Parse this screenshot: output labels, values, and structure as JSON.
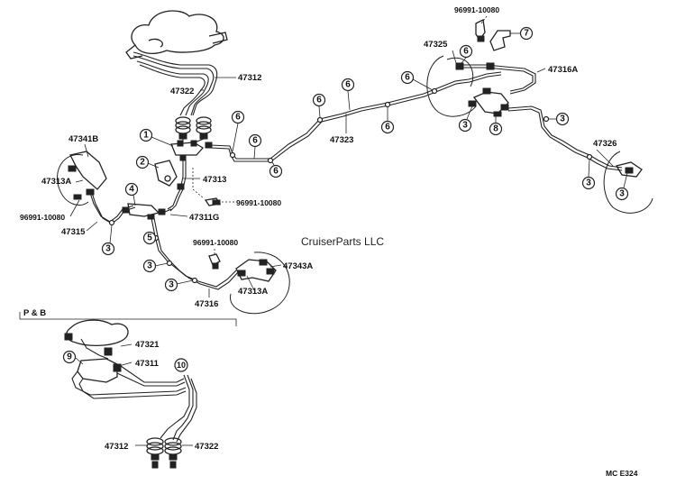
{
  "watermark": "CruiserParts LLC",
  "figure_code": "MC E324",
  "section_label": "P & B",
  "parts": {
    "p47312": "47312",
    "p47322": "47322",
    "p47313": "47313",
    "p47311g": "47311G",
    "p96991_10080": "96991-10080",
    "p47341b": "47341B",
    "p47313a": "47313A",
    "p47315": "47315",
    "p47316": "47316",
    "p47343a": "47343A",
    "p47323": "47323",
    "p47325": "47325",
    "p47316a": "47316A",
    "p47326": "47326",
    "p47321": "47321",
    "p47311": "47311"
  },
  "callouts": {
    "c1": "1",
    "c2": "2",
    "c3": "3",
    "c4": "4",
    "c5": "5",
    "c6": "6",
    "c7": "7",
    "c8": "8",
    "c9": "9",
    "c10": "10"
  }
}
